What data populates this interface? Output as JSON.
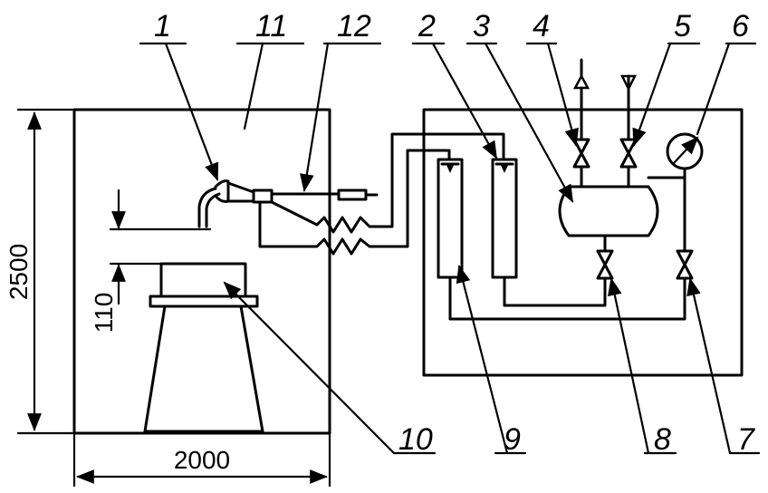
{
  "labels": {
    "l1": "1",
    "l2": "2",
    "l3": "3",
    "l4": "4",
    "l5": "5",
    "l6": "6",
    "l7": "7",
    "l8": "8",
    "l9": "9",
    "l10": "10",
    "l11": "11",
    "l12": "12"
  },
  "dimensions": {
    "height": "2500",
    "width": "2000",
    "gap": "110"
  }
}
